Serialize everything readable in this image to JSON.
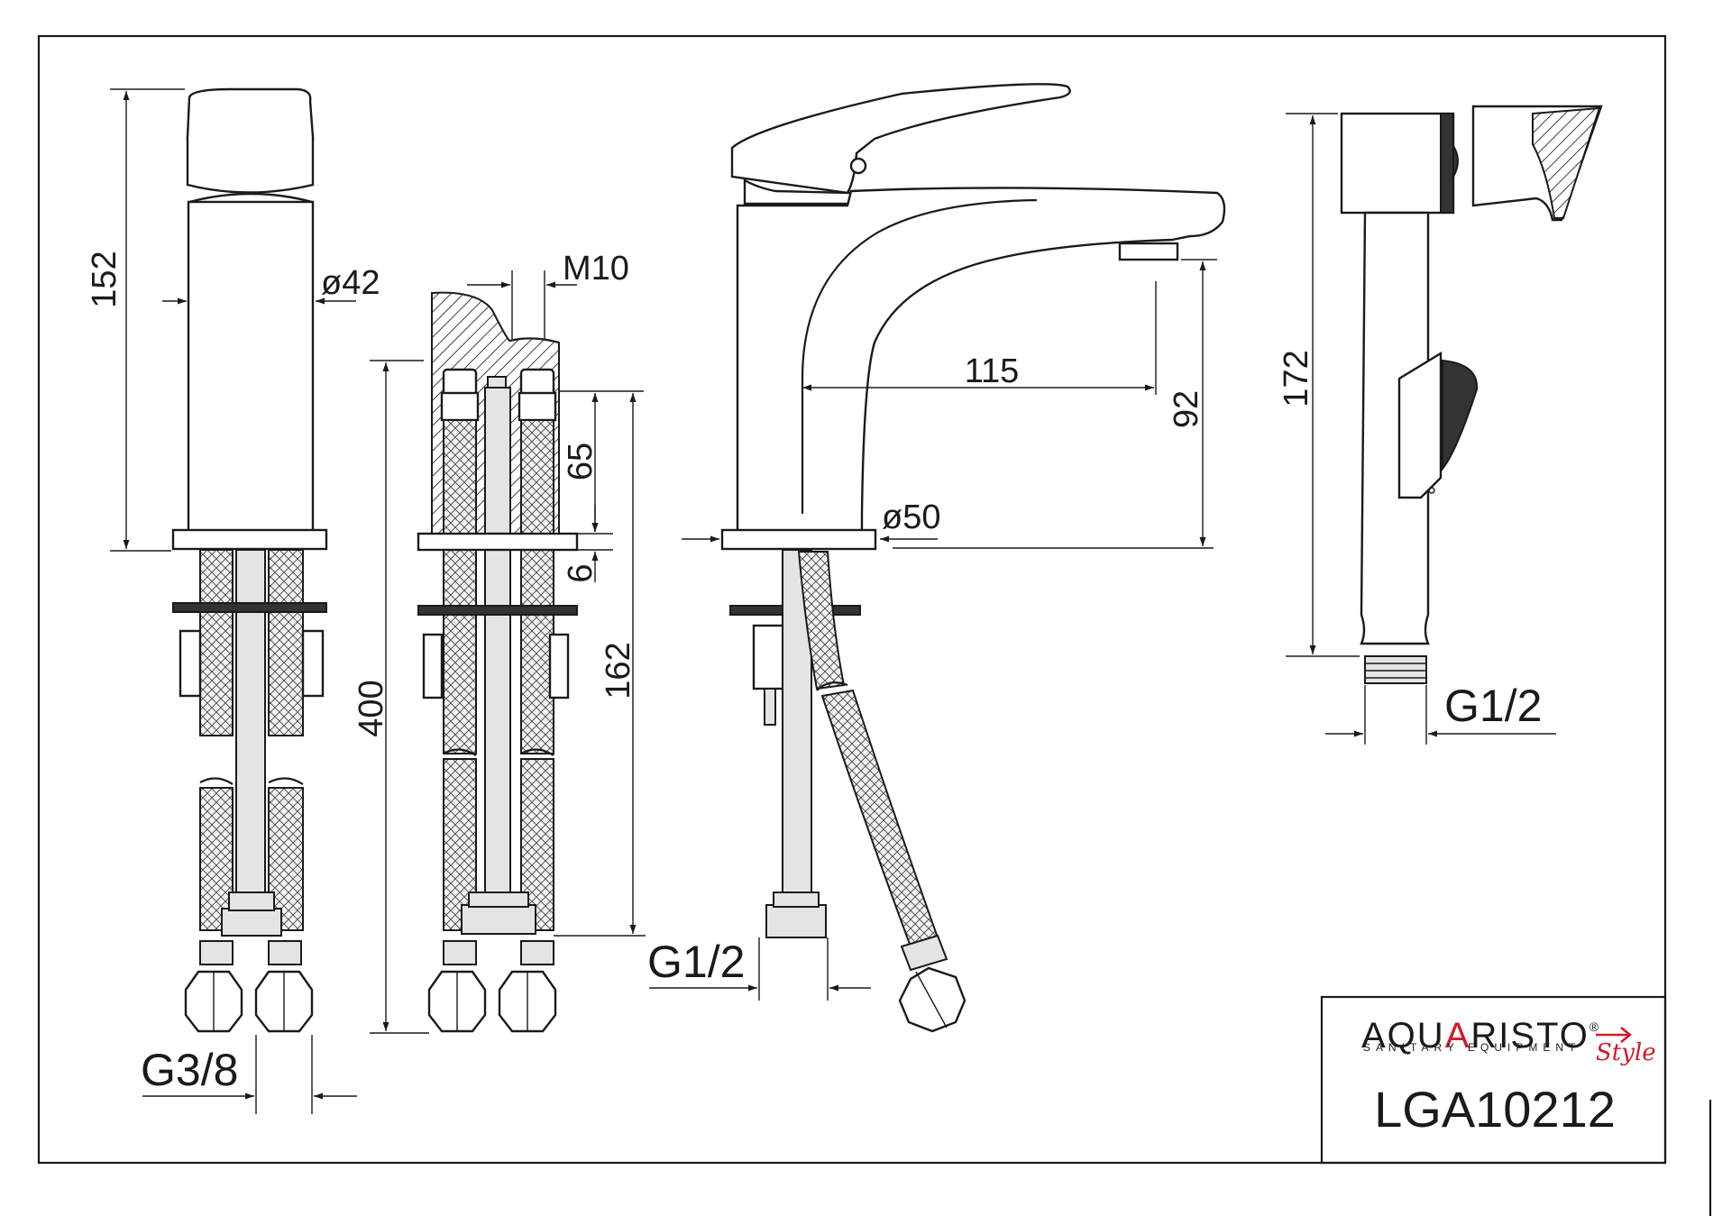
{
  "dimensions": {
    "body_height": "152",
    "body_diameter": "ø42",
    "stud_thread": "M10",
    "overall_length": "400",
    "stud_exposed": "65",
    "gasket_thickness": "6",
    "hose_length": "162",
    "hose_connection_left": "G3/8",
    "spout_reach": "115",
    "spout_height": "92",
    "base_diameter": "ø50",
    "inlet_connection": "G1/2",
    "shower_length": "172",
    "shower_connection": "G1/2"
  },
  "title_block": {
    "brand_part1": "AQU",
    "brand_accent": "A",
    "brand_part2": "RISTO",
    "registered_mark": "®",
    "tagline": "SANITARY EQUIPMENT",
    "brand_script": "Style",
    "model_number": "LGA10212"
  },
  "colors": {
    "line": "#1a1a1a",
    "brand_accent": "#d11a2a",
    "fill_gray": "#e4e4e4"
  }
}
